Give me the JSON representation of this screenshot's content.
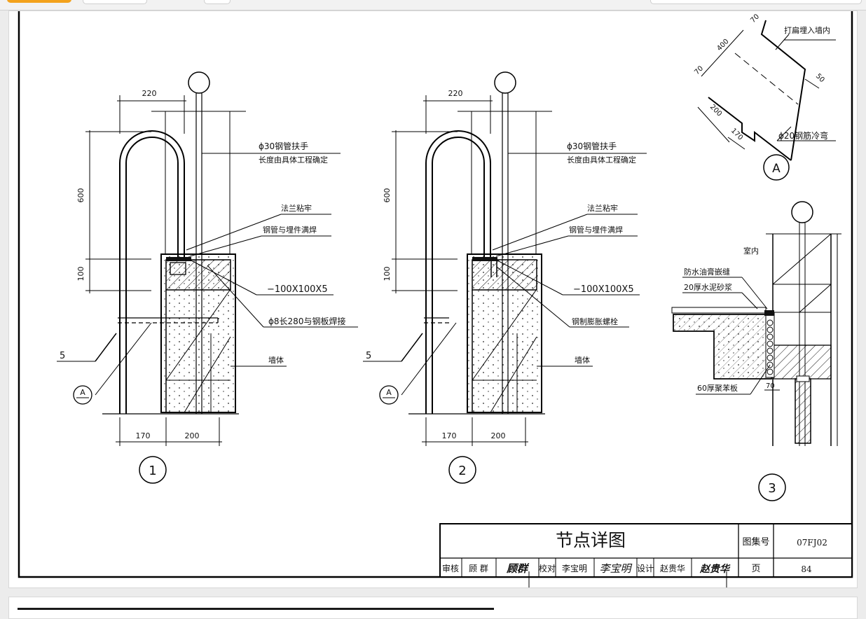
{
  "drawing": {
    "detail1": {
      "dims": {
        "width": "220",
        "height_upper": "600",
        "height_lower": "100",
        "bottom_left": "170",
        "bottom_right": "200"
      },
      "labels": {
        "pipe": "ϕ30钢管扶手",
        "pipe_note": "长度由具体工程确定",
        "flange": "法兰粘牢",
        "weld": "钢管与埋件满焊",
        "plate": "−100X100X5",
        "rod": "ϕ8长280与钢板焊接",
        "wall": "墙体",
        "weld_size": "5",
        "ref": "A",
        "number": "1"
      }
    },
    "detail2": {
      "dims": {
        "width": "220",
        "height_upper": "600",
        "height_lower": "100",
        "bottom_left": "170",
        "bottom_right": "200"
      },
      "labels": {
        "pipe": "ϕ30钢管扶手",
        "pipe_note": "长度由具体工程确定",
        "flange": "法兰粘牢",
        "weld": "钢管与埋件满焊",
        "plate": "−100X100X5",
        "bolt": "钢制膨胀螺栓",
        "wall": "墙体",
        "weld_size": "5",
        "ref": "A",
        "number": "2"
      }
    },
    "detailA": {
      "dims": {
        "d70a": "70",
        "d400": "400",
        "d70b": "70",
        "d50": "50",
        "d200": "200",
        "d170": "170"
      },
      "labels": {
        "embed": "打扁埋入墙内",
        "rebar": "ϕ20钢筋冷弯",
        "ref": "A"
      }
    },
    "detail3": {
      "labels": {
        "indoor": "室内",
        "seal": "防水油膏嵌缝",
        "mortar": "20厚水泥砂浆",
        "board": "60厚聚苯板",
        "d70": "70",
        "number": "3"
      }
    }
  },
  "titleblock": {
    "title": "节点详图",
    "atlas_label": "图集号",
    "atlas_no": "07FJ02",
    "page_label": "页",
    "page_no": "84",
    "review_label": "审核",
    "reviewer": "顾 群",
    "check_label": "校对",
    "checker": "李宝明",
    "design_label": "设计",
    "designer": "赵贵华",
    "sig_review": "顾群",
    "sig_check": "李宝明",
    "sig_design": "赵贵华"
  }
}
